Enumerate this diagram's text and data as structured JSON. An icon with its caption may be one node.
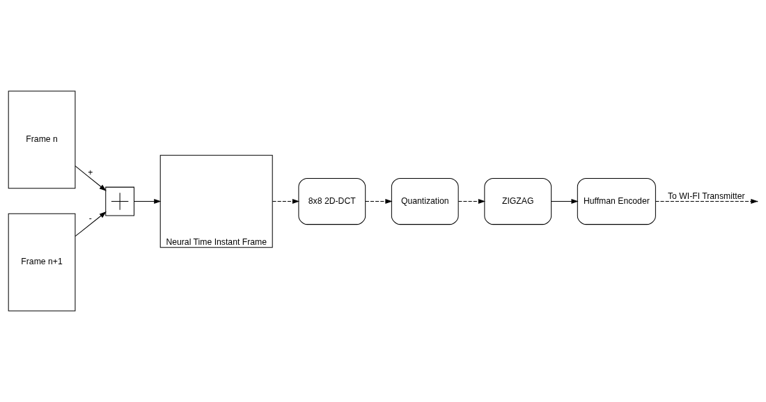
{
  "diagram": {
    "nodes": [
      {
        "text": [
          "Frame n"
        ]
      },
      {
        "text": [
          "Frame n+1"
        ]
      },
      {
        "text": [],
        "shape": "box"
      },
      {
        "text": [
          "Neural Time Instant Frame"
        ]
      },
      {
        "text": [
          "8x8 2D-DCT"
        ]
      },
      {
        "text": [
          "Quantization"
        ]
      },
      {
        "text": [
          "ZIGZAG"
        ]
      },
      {
        "text": [
          "Huffman Encoder"
        ]
      }
    ],
    "edges": [
      {
        "from": 0,
        "to": 2,
        "arrow": "to",
        "label": "+"
      },
      {
        "from": 1,
        "to": 2,
        "arrow": "to",
        "label": "-"
      },
      {
        "from": 2,
        "to": 3,
        "arrow": "to"
      },
      {
        "from": 3,
        "to": 4,
        "arrow": "to",
        "style": "dashed"
      },
      {
        "from": 4,
        "to": 5,
        "arrow": "to",
        "style": "dashed"
      },
      {
        "from": 5,
        "to": 6,
        "arrow": "to",
        "style": "dashed"
      },
      {
        "from": 6,
        "to": 7,
        "arrow": "to"
      },
      {
        "from": 7,
        "to": null,
        "arrow": "to",
        "style": "dashed",
        "label": "To WI-FI Transmitter"
      }
    ]
  }
}
